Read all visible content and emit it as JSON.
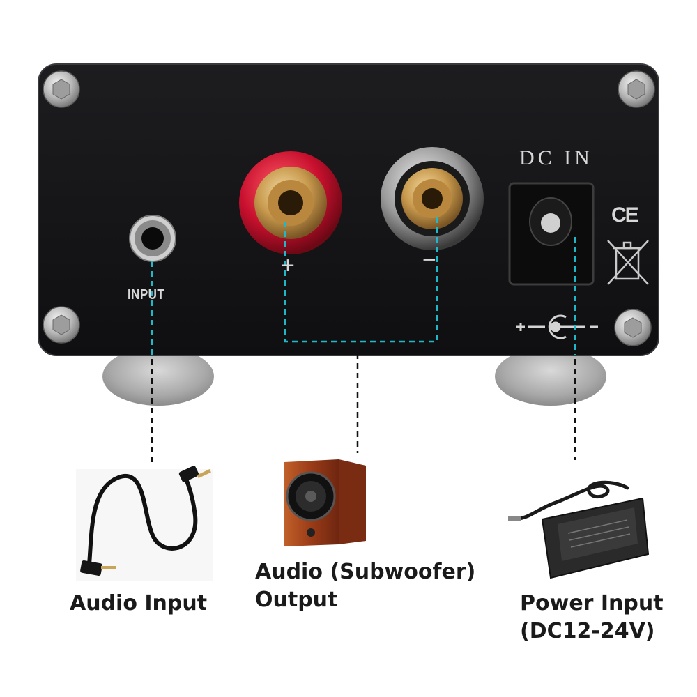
{
  "panel": {
    "input_label": "INPUT",
    "dc_in_label": "DC IN",
    "plus_label": "+",
    "minus_label": "−",
    "ce_mark": "CE"
  },
  "colors": {
    "panel": "#141416",
    "guide_cyan": "#1fb8c8",
    "guide_black": "#111111",
    "binding_post_red": "#c8102e",
    "speaker_wood": "#9a3b17"
  },
  "icons": [
    "screw-icon",
    "weee-bin-icon",
    "dc-polarity-icon",
    "audio-cable-icon",
    "subwoofer-icon",
    "power-adapter-icon"
  ],
  "captions": {
    "audio_input": "Audio Input",
    "subwoofer_line1": "Audio (Subwoofer)",
    "subwoofer_line2": "Output",
    "power_line1": "Power Input",
    "power_line2": "(DC12-24V)"
  }
}
